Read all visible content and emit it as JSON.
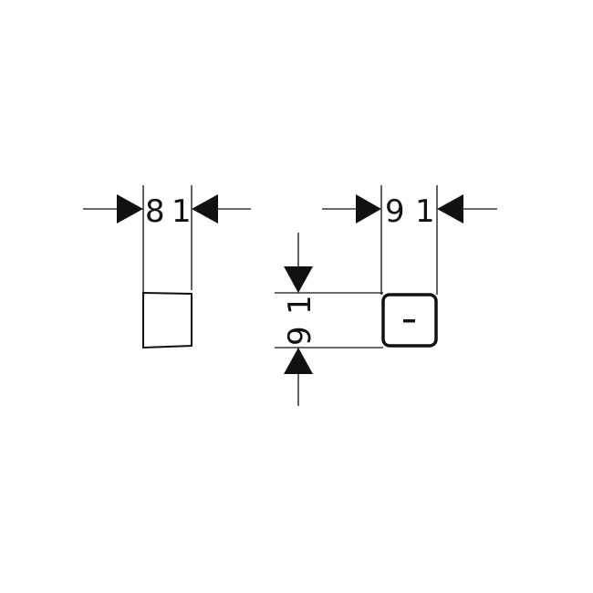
{
  "drawing": {
    "left_view": {
      "width_dim": {
        "digit1": "8",
        "digit2": "1"
      }
    },
    "right_view": {
      "width_dim": {
        "digit1": "9",
        "digit2": "1"
      },
      "height_dim": {
        "digit1": "9",
        "digit2": "1"
      },
      "symbol": "-"
    },
    "colors": {
      "stroke": "#111111",
      "background": "#ffffff"
    }
  }
}
